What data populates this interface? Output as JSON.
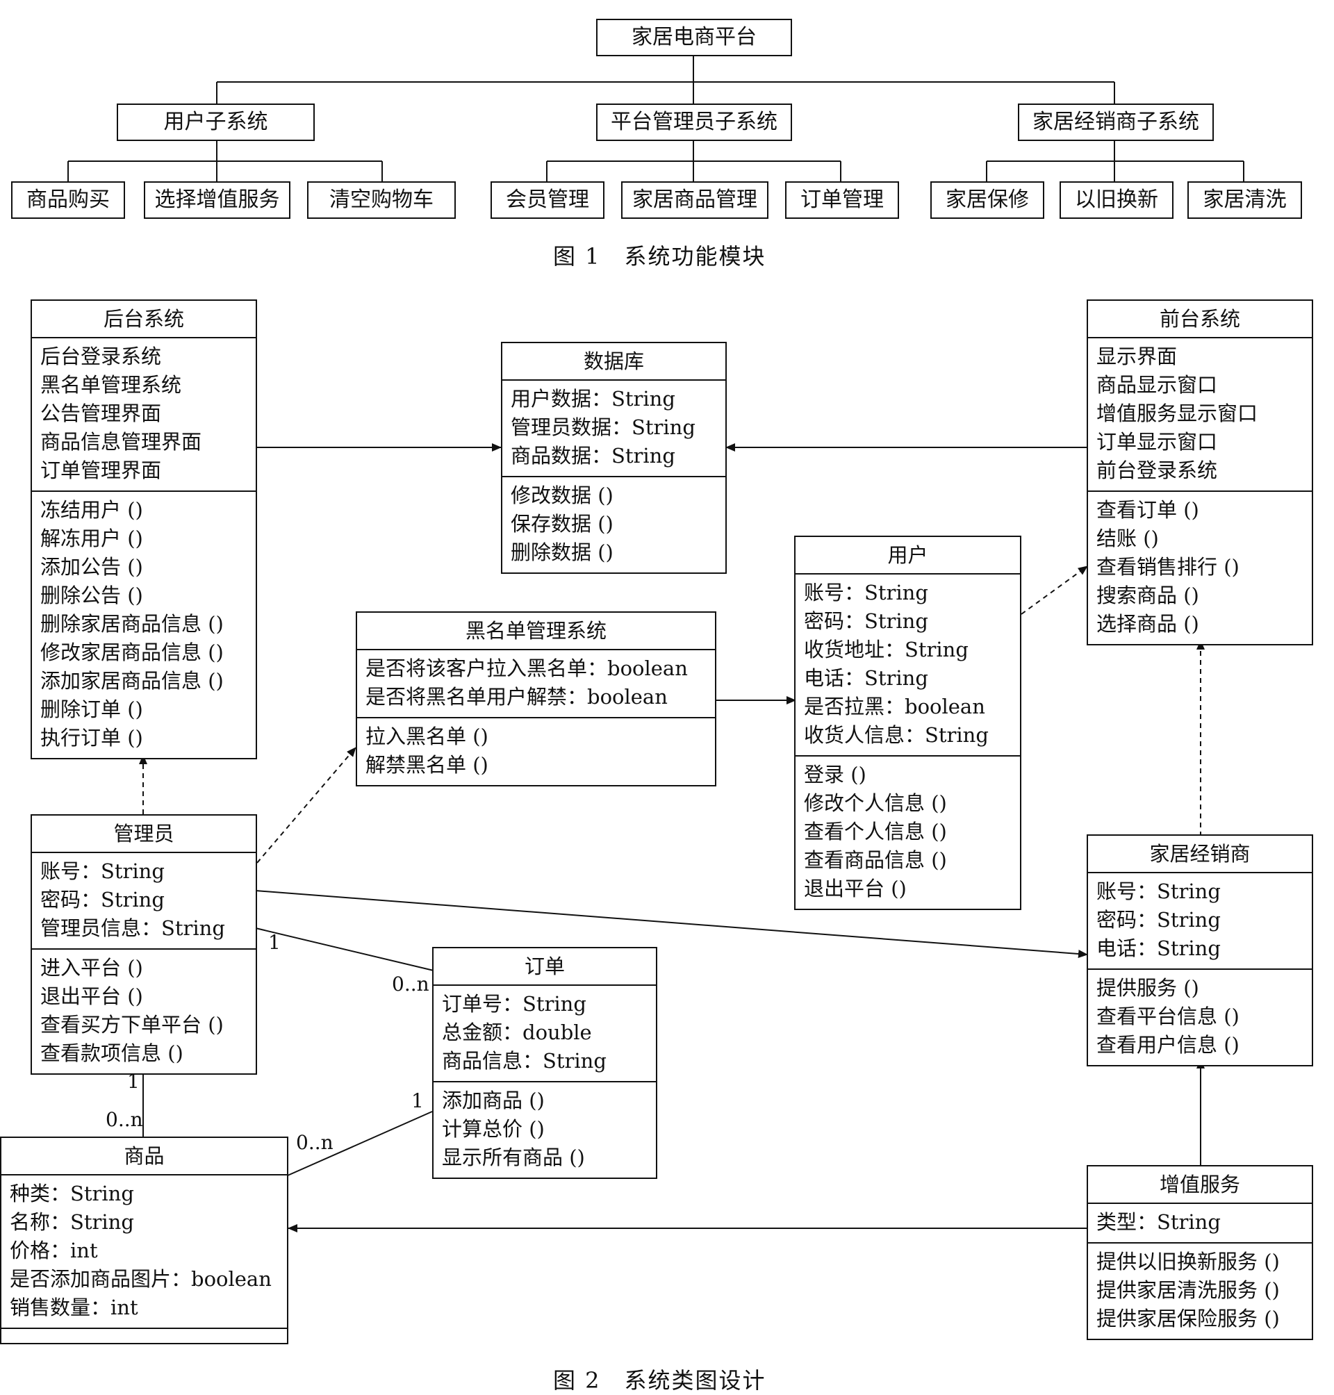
{
  "fig1": {
    "root": "家居电商平台",
    "subsystems": [
      {
        "name": "用户子系统",
        "modules": [
          "商品购买",
          "选择增值服务",
          "清空购物车"
        ]
      },
      {
        "name": "平台管理员子系统",
        "modules": [
          "会员管理",
          "家居商品管理",
          "订单管理"
        ]
      },
      {
        "name": "家居经销商子系统",
        "modules": [
          "家居保修",
          "以旧换新",
          "家居清洗"
        ]
      }
    ],
    "caption": "图 1　系统功能模块"
  },
  "fig2": {
    "caption": "图 2　系统类图设计",
    "classes": {
      "backend": {
        "name": "后台系统",
        "attrs": [
          "后台登录系统",
          "黑名单管理系统",
          "公告管理界面",
          "商品信息管理界面",
          "订单管理界面"
        ],
        "methods": [
          "冻结用户 ()",
          "解冻用户 ()",
          "添加公告 ()",
          "删除公告 ()",
          "删除家居商品信息 ()",
          "修改家居商品信息 ()",
          "添加家居商品信息 ()",
          "删除订单 ()",
          "执行订单 ()"
        ]
      },
      "database": {
        "name": "数据库",
        "attrs": [
          "用户数据：String",
          "管理员数据：String",
          "商品数据：String"
        ],
        "methods": [
          "修改数据 ()",
          "保存数据 ()",
          "删除数据 ()"
        ]
      },
      "frontend": {
        "name": "前台系统",
        "attrs": [
          "显示界面",
          "商品显示窗口",
          "增值服务显示窗口",
          "订单显示窗口",
          "前台登录系统"
        ],
        "methods": [
          "查看订单 ()",
          "结账 ()",
          "查看销售排行 ()",
          "搜索商品 ()",
          "选择商品 ()"
        ]
      },
      "user": {
        "name": "用户",
        "attrs": [
          "账号：String",
          "密码：String",
          "收货地址：String",
          "电话：String",
          "是否拉黑：boolean",
          "收货人信息：String"
        ],
        "methods": [
          "登录 ()",
          "修改个人信息 ()",
          "查看个人信息 ()",
          "查看商品信息 ()",
          "退出平台 ()"
        ]
      },
      "blacklist": {
        "name": "黑名单管理系统",
        "attrs": [
          "是否将该客户拉入黑名单：boolean",
          "是否将黑名单用户解禁：boolean"
        ],
        "methods": [
          "拉入黑名单 ()",
          "解禁黑名单 ()"
        ]
      },
      "admin": {
        "name": "管理员",
        "attrs": [
          "账号：String",
          "密码：String",
          "管理员信息：String"
        ],
        "methods": [
          "进入平台 ()",
          "退出平台 ()",
          "查看买方下单平台 ()",
          "查看款项信息 ()"
        ]
      },
      "dealer": {
        "name": "家居经销商",
        "attrs": [
          "账号：String",
          "密码：String",
          "电话：String"
        ],
        "methods": [
          "提供服务 ()",
          "查看平台信息 ()",
          "查看用户信息 ()"
        ]
      },
      "order": {
        "name": "订单",
        "attrs": [
          "订单号：String",
          "总金额：double",
          "商品信息：String"
        ],
        "methods": [
          "添加商品 ()",
          "计算总价 ()",
          "显示所有商品 ()"
        ]
      },
      "product": {
        "name": "商品",
        "attrs": [
          "种类：String",
          "名称：String",
          "价格：int",
          "是否添加商品图片：boolean",
          "销售数量：int"
        ],
        "methods": []
      },
      "service": {
        "name": "增值服务",
        "attrs": [
          "类型：String"
        ],
        "methods": [
          "提供以旧换新服务 ()",
          "提供家居清洗服务 ()",
          "提供家居保险服务 ()"
        ]
      }
    },
    "multiplicities": {
      "admin_order_admin": "1",
      "admin_order_order": "0..n",
      "admin_product_admin": "1",
      "admin_product_product": "0..n",
      "order_product_order": "1",
      "order_product_product": "0..n"
    }
  }
}
